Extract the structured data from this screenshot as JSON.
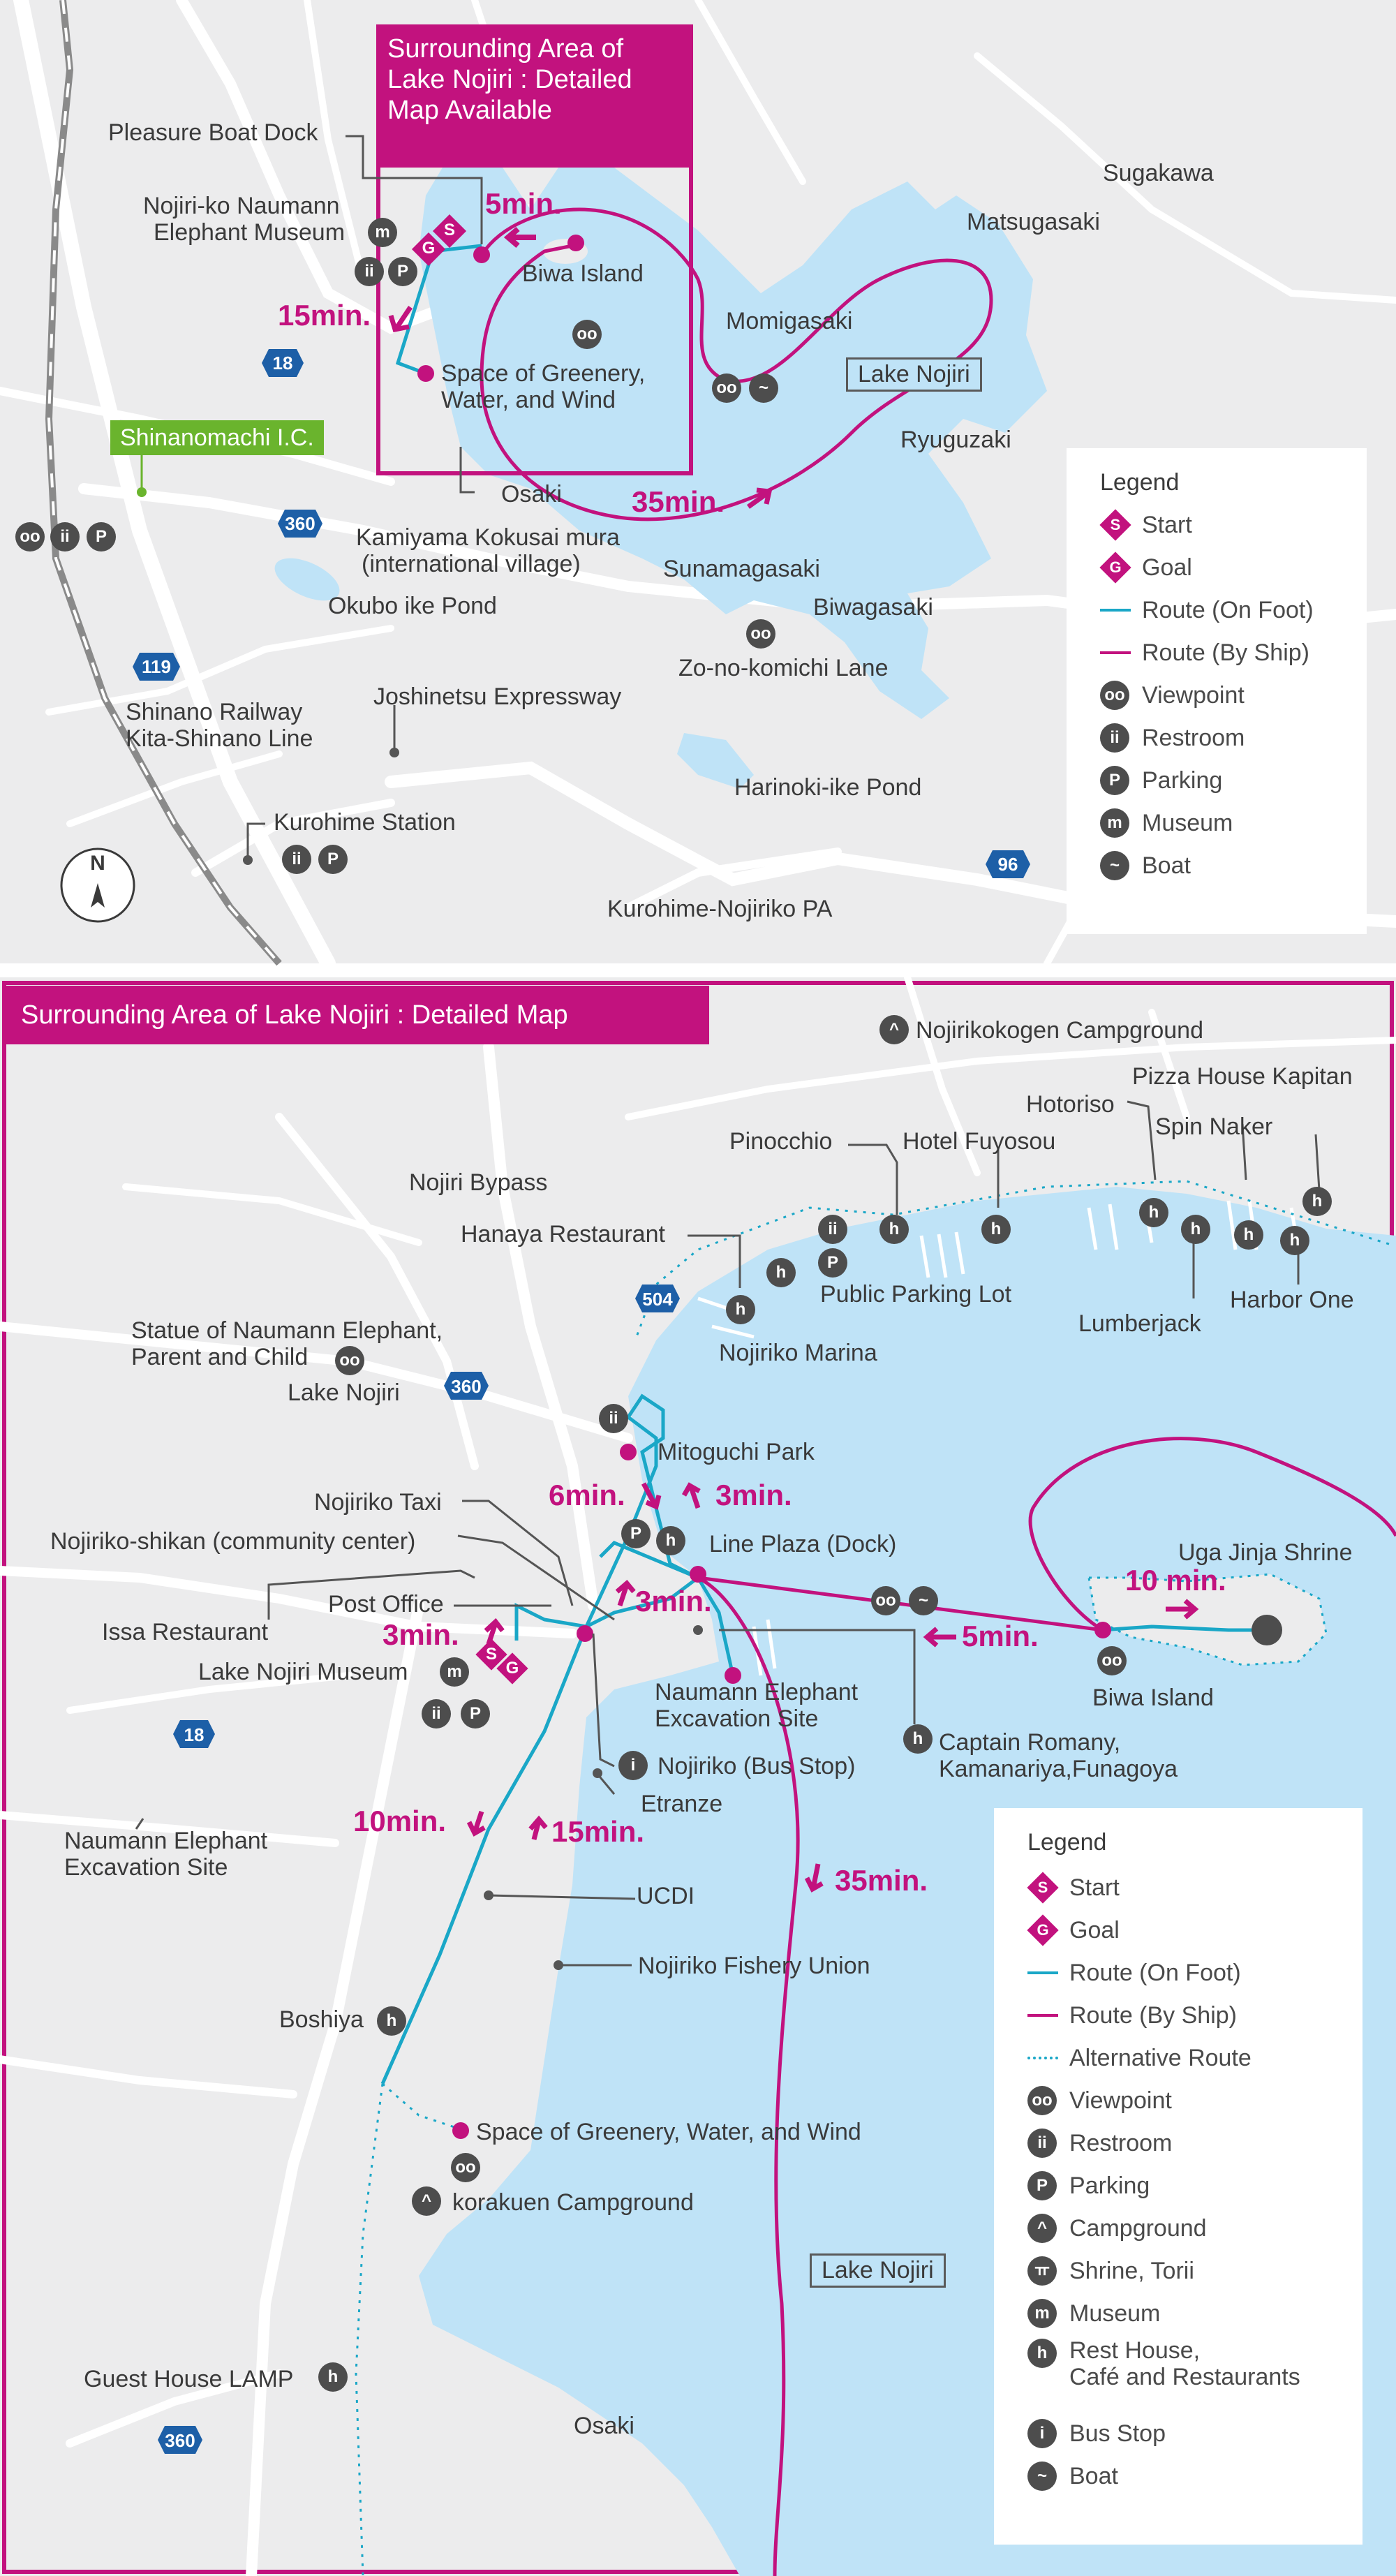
{
  "colors": {
    "land": "#ececed",
    "road": "#ffffff",
    "water": "#bfe3f7",
    "magenta": "#c2127e",
    "cyan": "#1aa7c7",
    "icon": "#4d4d4d",
    "highway": "#1d5fa7",
    "ic_green": "#6ab42d"
  },
  "top_map": {
    "inset_title": "Surrounding Area of Lake Nojiri : Detailed Map Available",
    "labels": {
      "pleasure_boat_dock": "Pleasure Boat Dock",
      "museum_l1": "Nojiri-ko Naumann",
      "museum_l2": "Elephant Museum",
      "biwa_island": "Biwa Island",
      "space_l1": "Space of Greenery,",
      "space_l2": "Water, and Wind",
      "osaki": "Osaki",
      "sugakawa": "Sugakawa",
      "matsugasaki": "Matsugasaki",
      "momigasaki": "Momigasaki",
      "lake_nojiri": "Lake Nojiri",
      "ryuguzaki": "Ryuguzaki",
      "shinanomachi_ic": "Shinanomachi I.C.",
      "kamiyama_l1": "Kamiyama Kokusai mura",
      "kamiyama_l2": "(international village)",
      "sunamagasaki": "Sunamagasaki",
      "okubo": "Okubo ike Pond",
      "biwagasaki": "Biwagasaki",
      "zonokomichi": "Zo-no-komichi Lane",
      "railway_l1": "Shinano Railway",
      "railway_l2": "Kita-Shinano Line",
      "expressway": "Joshinetsu Expressway",
      "harinoki": "Harinoki-ike Pond",
      "kurohime_station": "Kurohime Station",
      "kurohime_pa": "Kurohime-Nojiriko PA"
    },
    "routes": {
      "r18": "18",
      "r360": "360",
      "r119": "119",
      "r96": "96"
    },
    "times": {
      "t5": "5min.",
      "t15": "15min.",
      "t35": "35min."
    },
    "compass": "N",
    "legend": {
      "title": "Legend",
      "items": [
        {
          "icon": "start-marker",
          "label": "Start"
        },
        {
          "icon": "goal-marker",
          "label": "Goal"
        },
        {
          "icon": "route-foot-line",
          "label": "Route (On Foot)"
        },
        {
          "icon": "route-ship-line",
          "label": "Route (By Ship)"
        },
        {
          "icon": "viewpoint-icon",
          "label": "Viewpoint"
        },
        {
          "icon": "restroom-icon",
          "label": "Restroom"
        },
        {
          "icon": "parking-icon",
          "label": "Parking"
        },
        {
          "icon": "museum-icon",
          "label": "Museum"
        },
        {
          "icon": "boat-icon",
          "label": "Boat"
        }
      ]
    }
  },
  "detail_map": {
    "header": "Surrounding Area of Lake Nojiri : Detailed Map",
    "labels": {
      "campground_kogen": "Nojirikokogen Campground",
      "pizza": "Pizza House Kapitan",
      "hotoriso": "Hotoriso",
      "spin_naker": "Spin Naker",
      "pinocchio": "Pinocchio",
      "fuyosou": "Hotel Fuyosou",
      "bypass": "Nojiri Bypass",
      "hanaya": "Hanaya Restaurant",
      "public_parking": "Public Parking Lot",
      "lumberjack": "Lumberjack",
      "harbor_one": "Harbor One",
      "statue_l1": "Statue of Naumann Elephant,",
      "statue_l2": "Parent and Child",
      "marina": "Nojiriko Marina",
      "lake_nojiri_town": "Lake Nojiri",
      "mitoguchi": "Mitoguchi Park",
      "taxi": "Nojiriko Taxi",
      "shikan": "Nojiriko-shikan (community center)",
      "line_plaza": "Line Plaza (Dock)",
      "uga": "Uga Jinja Shrine",
      "issa": "Issa Restaurant",
      "post_office": "Post Office",
      "museum": "Lake Nojiri Museum",
      "excav_l1": "Naumann Elephant",
      "excav_l2": "Excavation Site",
      "biwa_island": "Biwa Island",
      "captain_l1": "Captain Romany,",
      "captain_l2": "Kamanariya,Funagoya",
      "bus_stop": "Nojiriko (Bus Stop)",
      "etranze": "Etranze",
      "excav2_l1": "Naumann Elephant",
      "excav2_l2": "Excavation Site",
      "ucdi": "UCDI",
      "fishery": "Nojiriko Fishery Union",
      "boshiya": "Boshiya",
      "space": "Space of Greenery, Water, and Wind",
      "korakuen": "korakuen Campground",
      "lake_box": "Lake Nojiri",
      "lamp": "Guest House LAMP",
      "osaki": "Osaki"
    },
    "routes": {
      "r504": "504",
      "r360a": "360",
      "r18": "18",
      "r360b": "360"
    },
    "times": {
      "t6": "6min.",
      "t3a": "3min.",
      "t3b": "3min.",
      "t3c": "3min.",
      "t5": "5min.",
      "t10a": "10 min.",
      "t10b": "10min.",
      "t15": "15min.",
      "t35": "35min."
    },
    "legend": {
      "title": "Legend",
      "items": [
        {
          "icon": "start-marker",
          "label": "Start"
        },
        {
          "icon": "goal-marker",
          "label": "Goal"
        },
        {
          "icon": "route-foot-line",
          "label": "Route (On Foot)"
        },
        {
          "icon": "route-ship-line",
          "label": "Route (By Ship)"
        },
        {
          "icon": "alternative-route-line",
          "label": "Alternative Route"
        },
        {
          "icon": "viewpoint-icon",
          "label": "Viewpoint"
        },
        {
          "icon": "restroom-icon",
          "label": "Restroom"
        },
        {
          "icon": "parking-icon",
          "label": "Parking"
        },
        {
          "icon": "campground-icon",
          "label": "Campground"
        },
        {
          "icon": "shrine-icon",
          "label": "Shrine, Torii"
        },
        {
          "icon": "museum-icon",
          "label": "Museum"
        },
        {
          "icon": "rest-house-icon",
          "label": "Rest House,\nCafé and Restaurants"
        },
        {
          "icon": "bus-stop-icon",
          "label": "Bus Stop"
        },
        {
          "icon": "boat-icon",
          "label": "Boat"
        }
      ]
    }
  }
}
